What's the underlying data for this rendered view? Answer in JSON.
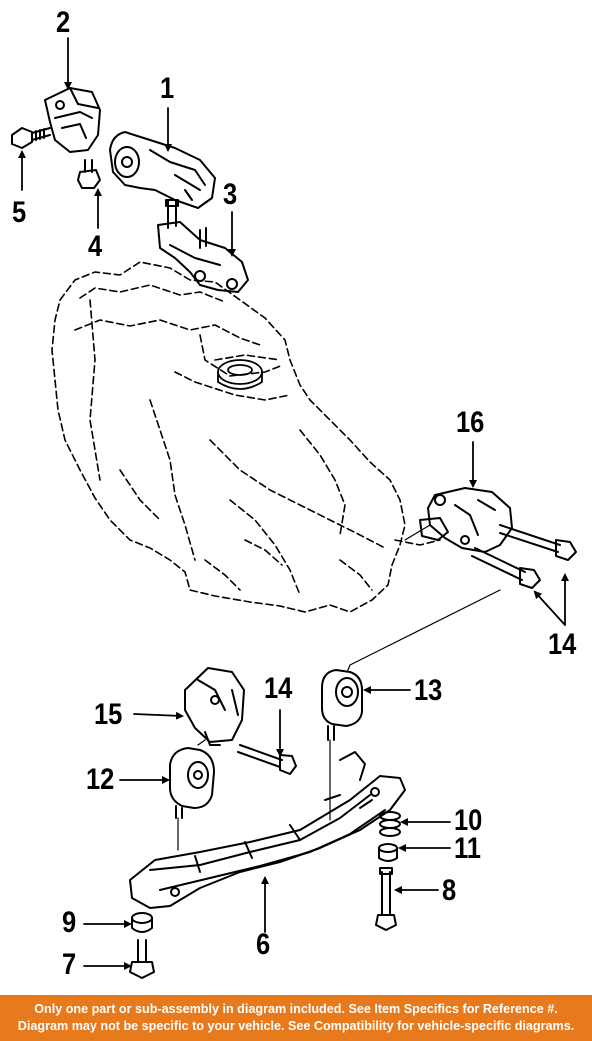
{
  "callouts": {
    "c1": "1",
    "c2": "2",
    "c3": "3",
    "c4": "4",
    "c5": "5",
    "c6": "6",
    "c7": "7",
    "c8": "8",
    "c9": "9",
    "c10": "10",
    "c11": "11",
    "c12": "12",
    "c13": "13",
    "c14a": "14",
    "c14b": "14",
    "c15": "15",
    "c16": "16"
  },
  "banner": {
    "line1": "Only one part or sub-assembly in diagram included. See Item Specifics for Reference #.",
    "line2": "Diagram may not be specific to your vehicle. See Compatibility for vehicle-specific diagrams."
  },
  "colors": {
    "banner_bg": "#e87a1e",
    "ink": "#000000"
  }
}
